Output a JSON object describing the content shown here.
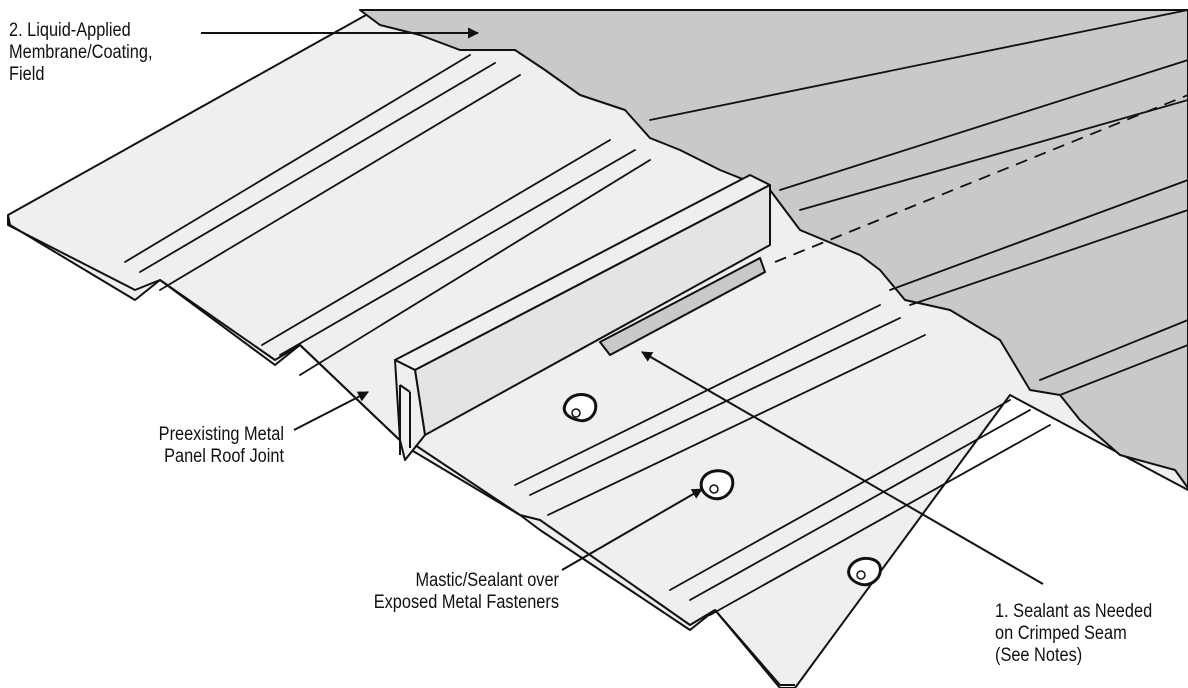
{
  "labels": {
    "membrane": [
      "2. Liquid-Applied",
      "Membrane/Coating,",
      "Field"
    ],
    "joint": [
      "Preexisting Metal",
      "Panel Roof Joint"
    ],
    "mastic": [
      "Mastic/Sealant over",
      "Exposed Metal Fasteners"
    ],
    "sealant": [
      "1. Sealant as Needed",
      "on Crimped Seam",
      "(See Notes)"
    ]
  },
  "colors": {
    "panel": "#efefef",
    "coating": "#c9c9c9",
    "line": "#111111"
  }
}
